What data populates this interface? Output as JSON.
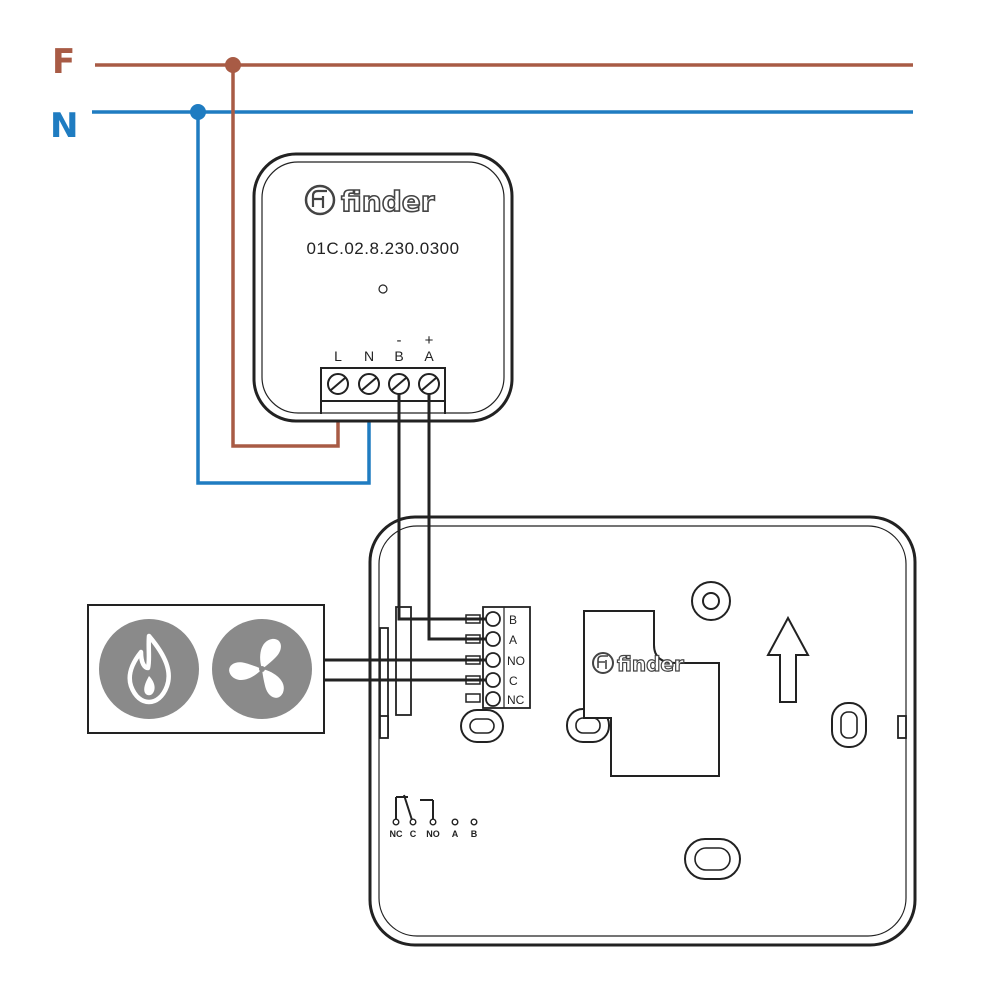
{
  "lines": {
    "phase_label": "F",
    "neutral_label": "N",
    "phase_color": "#a85b45",
    "neutral_color": "#1f7cc1"
  },
  "module": {
    "brand": "finder",
    "model": "01C.02.8.230.0300",
    "terminals": {
      "l": "L",
      "n": "N",
      "b": "B",
      "a": "A",
      "minus": "-",
      "plus": "+"
    }
  },
  "thermostat": {
    "brand": "finder",
    "terminal_labels": [
      "B",
      "A",
      "NO",
      "C",
      "NC"
    ],
    "relay_labels": {
      "nc": "NC",
      "c": "C",
      "no": "NO",
      "a": "A",
      "b": "B"
    }
  },
  "load": {
    "icons": [
      "flame-icon",
      "fan-icon"
    ],
    "icon_bg_color": "#8a8a8a"
  },
  "wire_color": "#222222"
}
